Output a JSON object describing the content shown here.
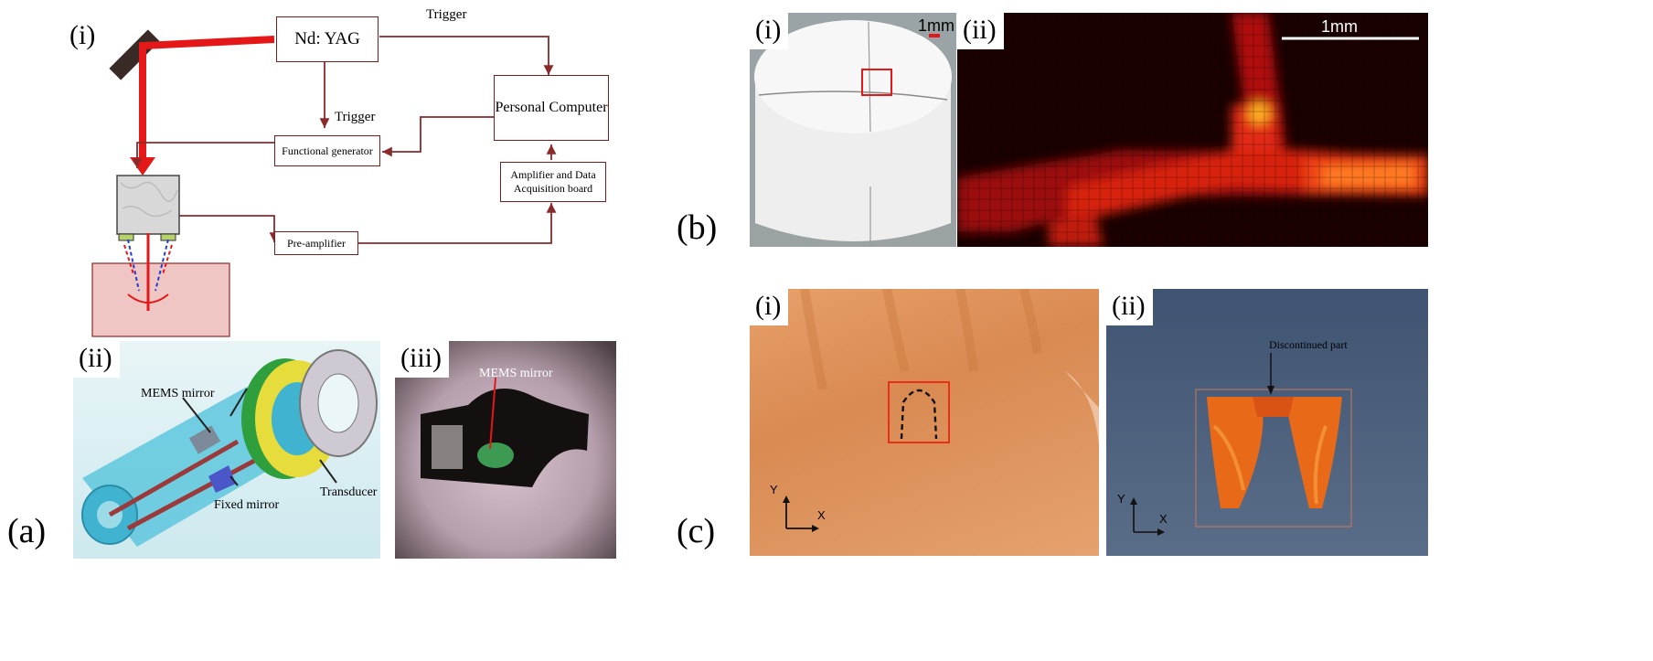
{
  "panel_a": {
    "letter": "(a)",
    "sub_i": "(i)",
    "sub_ii": "(ii)",
    "sub_iii": "(iii)",
    "ndyag": "Nd: YAG",
    "trigger_top": "Trigger",
    "trigger_mid": "Trigger",
    "personal_computer": "Personal Computer",
    "functional_generator": "Functional generator",
    "amplifier_line1": "Amplifier and Data",
    "amplifier_line2": "Acquisition board",
    "pre_amplifier": "Pre-amplifier",
    "mems_mirror_ii": "MEMS mirror",
    "fixed_mirror": "Fixed mirror",
    "transducer": "Transducer",
    "mems_mirror_iii": "MEMS mirror"
  },
  "panel_b": {
    "letter": "(b)",
    "sub_i": "(i)",
    "sub_ii": "(ii)",
    "scale_i": "1mm",
    "scale_ii": "1mm"
  },
  "panel_c": {
    "letter": "(c)",
    "sub_i": "(i)",
    "sub_ii": "(ii)",
    "axis_y_i": "Y",
    "axis_x_i": "X",
    "axis_y_ii": "Y",
    "axis_x_ii": "X",
    "discontinued": "Discontinued part"
  },
  "colors": {
    "laser": "#e41818",
    "wire": "#8b2a2a",
    "heat_bg": "#1a0000"
  }
}
